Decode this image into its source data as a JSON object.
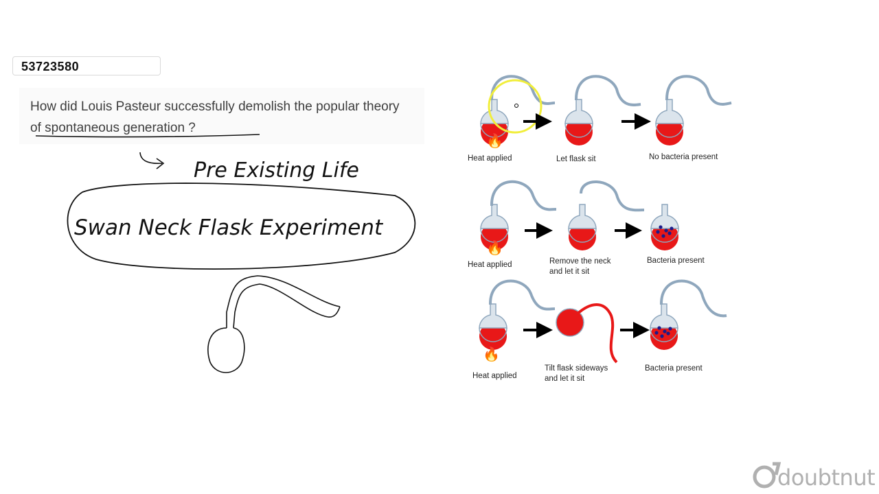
{
  "question": {
    "id": "53723580",
    "text": "How did Louis Pasteur successfully demolish the popular theory of spontaneous generation ?"
  },
  "handwriting": {
    "note1": "Pre Existing Life",
    "note2": "Swan Neck Flask Experiment"
  },
  "diagram": {
    "row1": {
      "step1": "Heat applied",
      "step2": "Let flask sit",
      "step3": "No bacteria present"
    },
    "row2": {
      "step1": "Heat applied",
      "step2": "Remove the neck\nand let it sit",
      "step3": "Bacteria present"
    },
    "row3": {
      "step1": "Heat applied",
      "step2": "Tilt flask sideways\nand let it sit",
      "step3": "Bacteria present"
    }
  },
  "brand": {
    "name": "doubtnut",
    "color": "#b0b0b0"
  },
  "colors": {
    "liquid": "#e81818",
    "flask": "#8fa7bd",
    "annotation": "#f1ee3a"
  }
}
